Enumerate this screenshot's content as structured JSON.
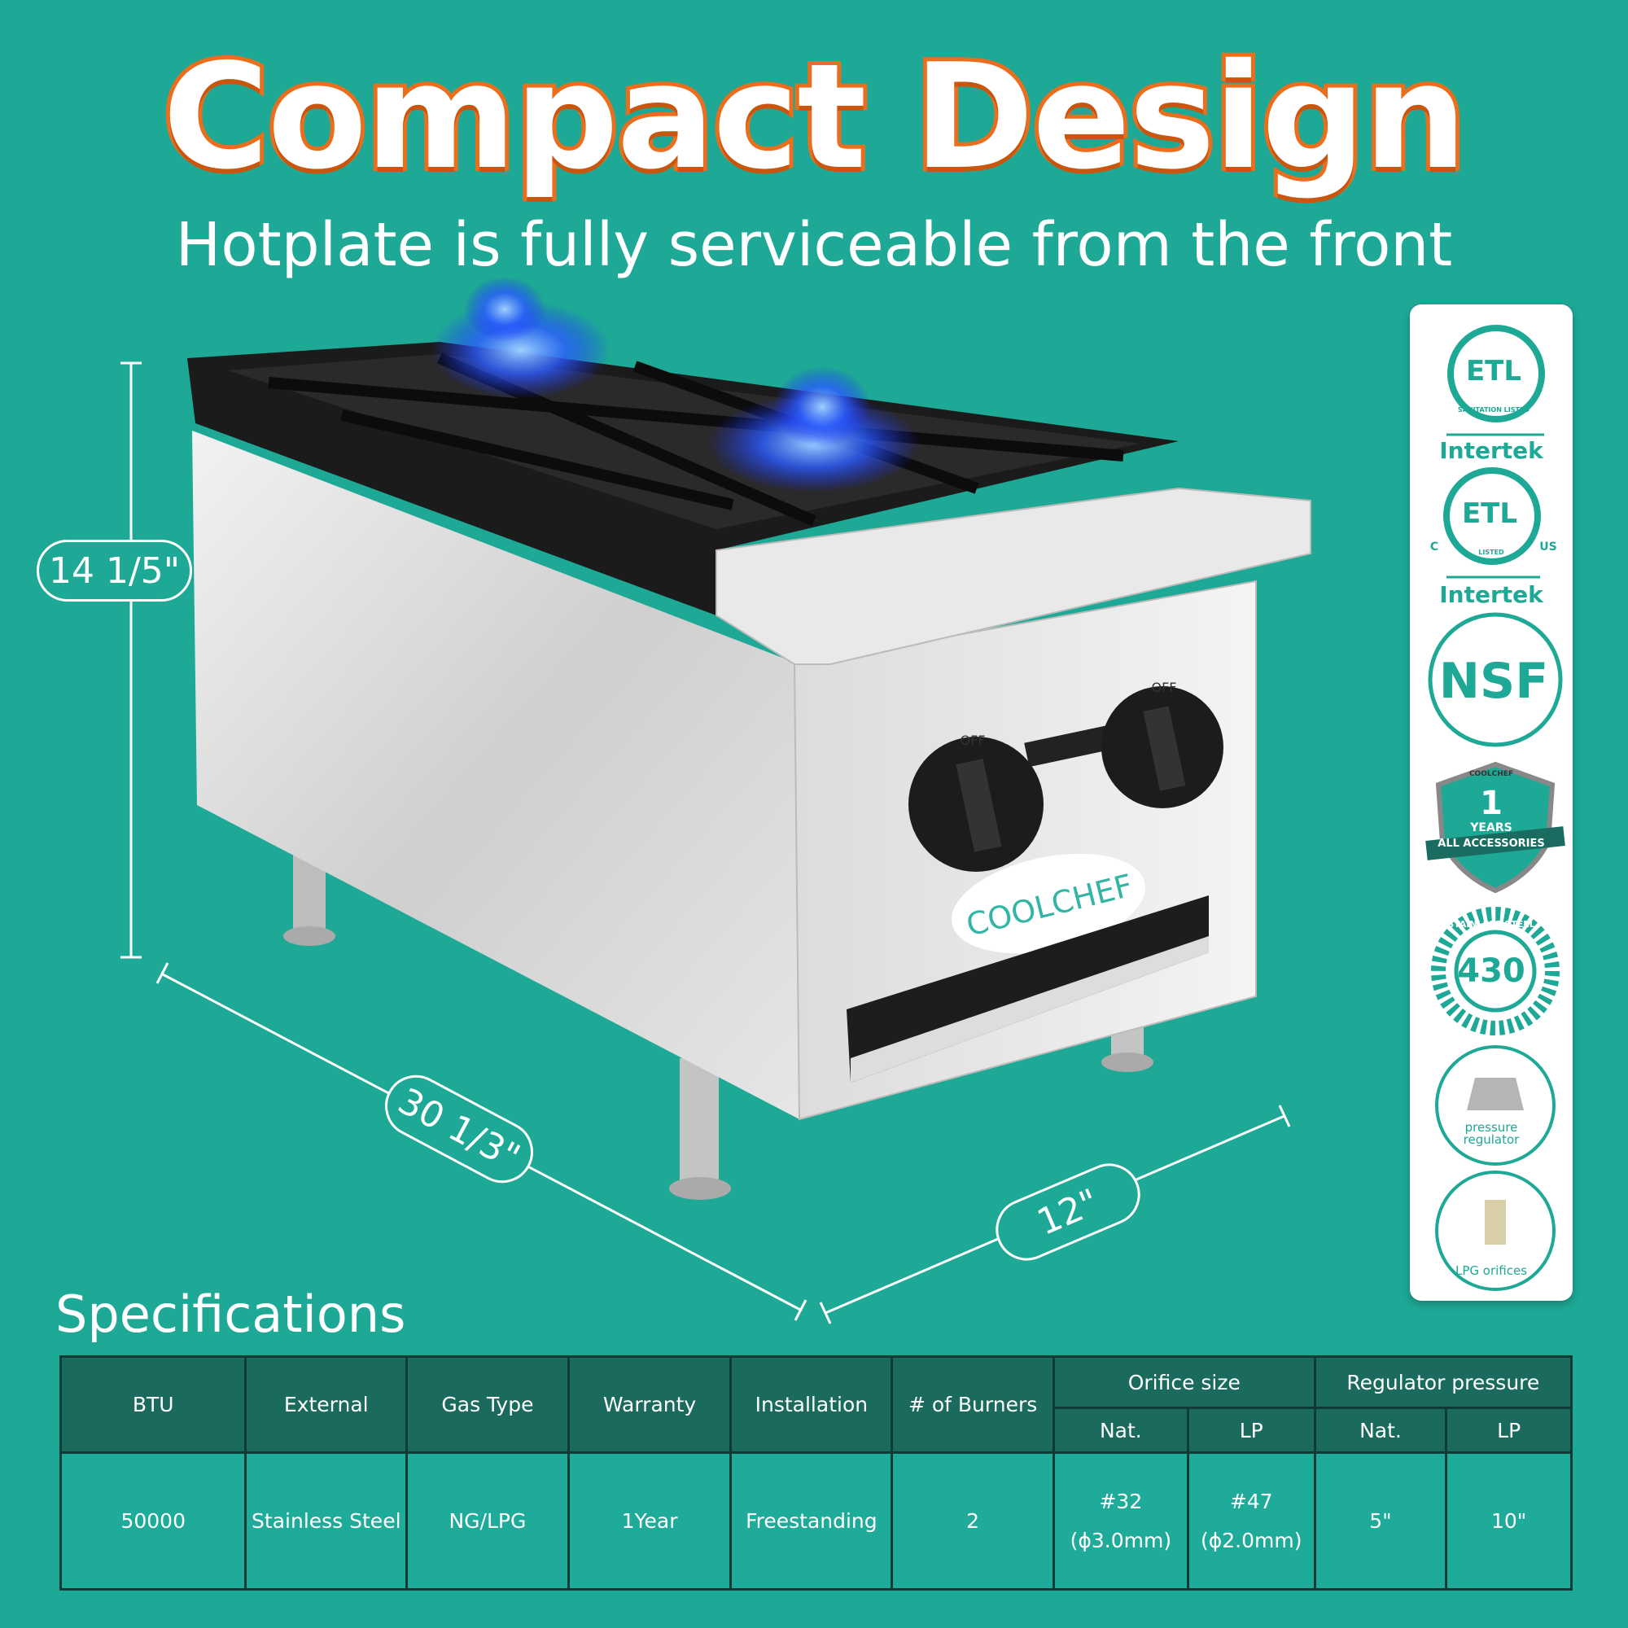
{
  "header": {
    "title": "Compact Design",
    "subtitle": "Hotplate is fully serviceable from the front"
  },
  "dimensions": {
    "height": "14 1/5\"",
    "depth": "30 1/3\"",
    "width": "12\""
  },
  "product": {
    "brand_logo": "COOLCHEF",
    "knob_label": "OFF"
  },
  "badges": {
    "etl_sanitation": {
      "mark": "ETL",
      "ring": "SANITATION LISTED",
      "maker": "Intertek"
    },
    "etl_listed": {
      "mark": "ETL",
      "ring": "LISTED",
      "left": "C",
      "right": "US",
      "maker": "Intertek"
    },
    "nsf": {
      "mark": "NSF"
    },
    "warranty": {
      "number": "1",
      "unit": "YEARS",
      "banner": "ALL ACCESSORIES",
      "ring": "COOLCHEF"
    },
    "steel": {
      "number": "430",
      "ring": "STAINLESS STEEL"
    },
    "regulator": {
      "label": "pressure regulator"
    },
    "orifices": {
      "label": "LPG orifices"
    }
  },
  "specifications": {
    "heading": "Specifications",
    "headers": [
      "BTU",
      "External",
      "Gas Type",
      "Warranty",
      "Installation",
      "# of Burners"
    ],
    "group_headers": [
      "Orifice size",
      "Regulator pressure"
    ],
    "sub_headers": [
      "Nat.",
      "LP",
      "Nat.",
      "LP"
    ],
    "row": {
      "btu": "50000",
      "external": "Stainless Steel",
      "gas_type": "NG/LPG",
      "warranty": "1Year",
      "installation": "Freestanding",
      "burners": "2",
      "orifice_nat": "#32",
      "orifice_nat_mm": "(ϕ3.0mm)",
      "orifice_lp": "#47",
      "orifice_lp_mm": "(ϕ2.0mm)",
      "regulator_nat": "5\"",
      "regulator_lp": "10\""
    }
  },
  "colors": {
    "background": "#1ea896",
    "title_outline": "#ea6e1c",
    "table_header": "#1b6a5e",
    "badge": "#1ea896"
  }
}
